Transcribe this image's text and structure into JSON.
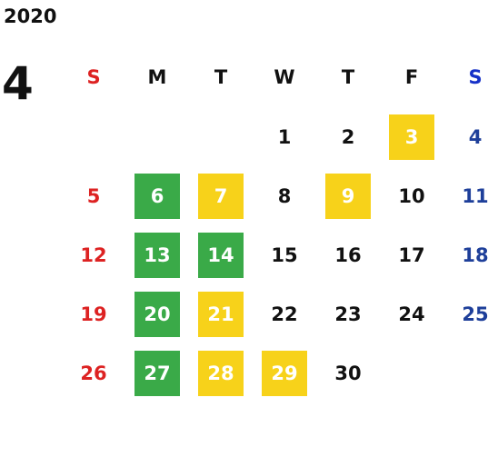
{
  "calendar": {
    "year": "2020",
    "month": "4",
    "weekdays": [
      "S",
      "M",
      "T",
      "W",
      "T",
      "F",
      "S"
    ],
    "weeks": [
      [
        {
          "d": ""
        },
        {
          "d": ""
        },
        {
          "d": ""
        },
        {
          "d": "1"
        },
        {
          "d": "2"
        },
        {
          "d": "3",
          "hl": "yellow"
        },
        {
          "d": "4"
        }
      ],
      [
        {
          "d": "5"
        },
        {
          "d": "6",
          "hl": "green"
        },
        {
          "d": "7",
          "hl": "yellow"
        },
        {
          "d": "8"
        },
        {
          "d": "9",
          "hl": "yellow"
        },
        {
          "d": "10"
        },
        {
          "d": "11"
        }
      ],
      [
        {
          "d": "12"
        },
        {
          "d": "13",
          "hl": "green"
        },
        {
          "d": "14",
          "hl": "green"
        },
        {
          "d": "15"
        },
        {
          "d": "16"
        },
        {
          "d": "17"
        },
        {
          "d": "18"
        }
      ],
      [
        {
          "d": "19"
        },
        {
          "d": "20",
          "hl": "green"
        },
        {
          "d": "21",
          "hl": "yellow"
        },
        {
          "d": "22"
        },
        {
          "d": "23"
        },
        {
          "d": "24"
        },
        {
          "d": "25"
        }
      ],
      [
        {
          "d": "26"
        },
        {
          "d": "27",
          "hl": "green"
        },
        {
          "d": "28",
          "hl": "yellow"
        },
        {
          "d": "29",
          "hl": "yellow"
        },
        {
          "d": "30"
        },
        {
          "d": ""
        },
        {
          "d": ""
        }
      ]
    ]
  },
  "colors": {
    "sunday": "#dd2222",
    "saturday": "#1e3f9a",
    "green_highlight": "#3aaa48",
    "yellow_highlight": "#f7d21a"
  }
}
